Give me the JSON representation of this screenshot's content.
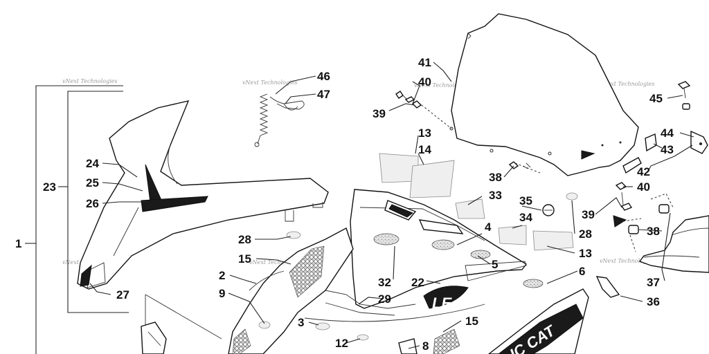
{
  "callouts": [
    "1",
    "23",
    "24",
    "25",
    "26",
    "27",
    "28",
    "15",
    "2",
    "9",
    "3",
    "12",
    "8",
    "46",
    "47",
    "41",
    "40",
    "39",
    "13",
    "14",
    "33",
    "35",
    "34",
    "38",
    "4",
    "5",
    "32",
    "22",
    "29",
    "15",
    "6",
    "13",
    "28",
    "36",
    "37",
    "38",
    "39",
    "40",
    "42",
    "43",
    "44",
    "45"
  ],
  "watermark": "vNext Technologies",
  "decal_text": {
    "badge": "LE",
    "brand": "IC CAT"
  }
}
